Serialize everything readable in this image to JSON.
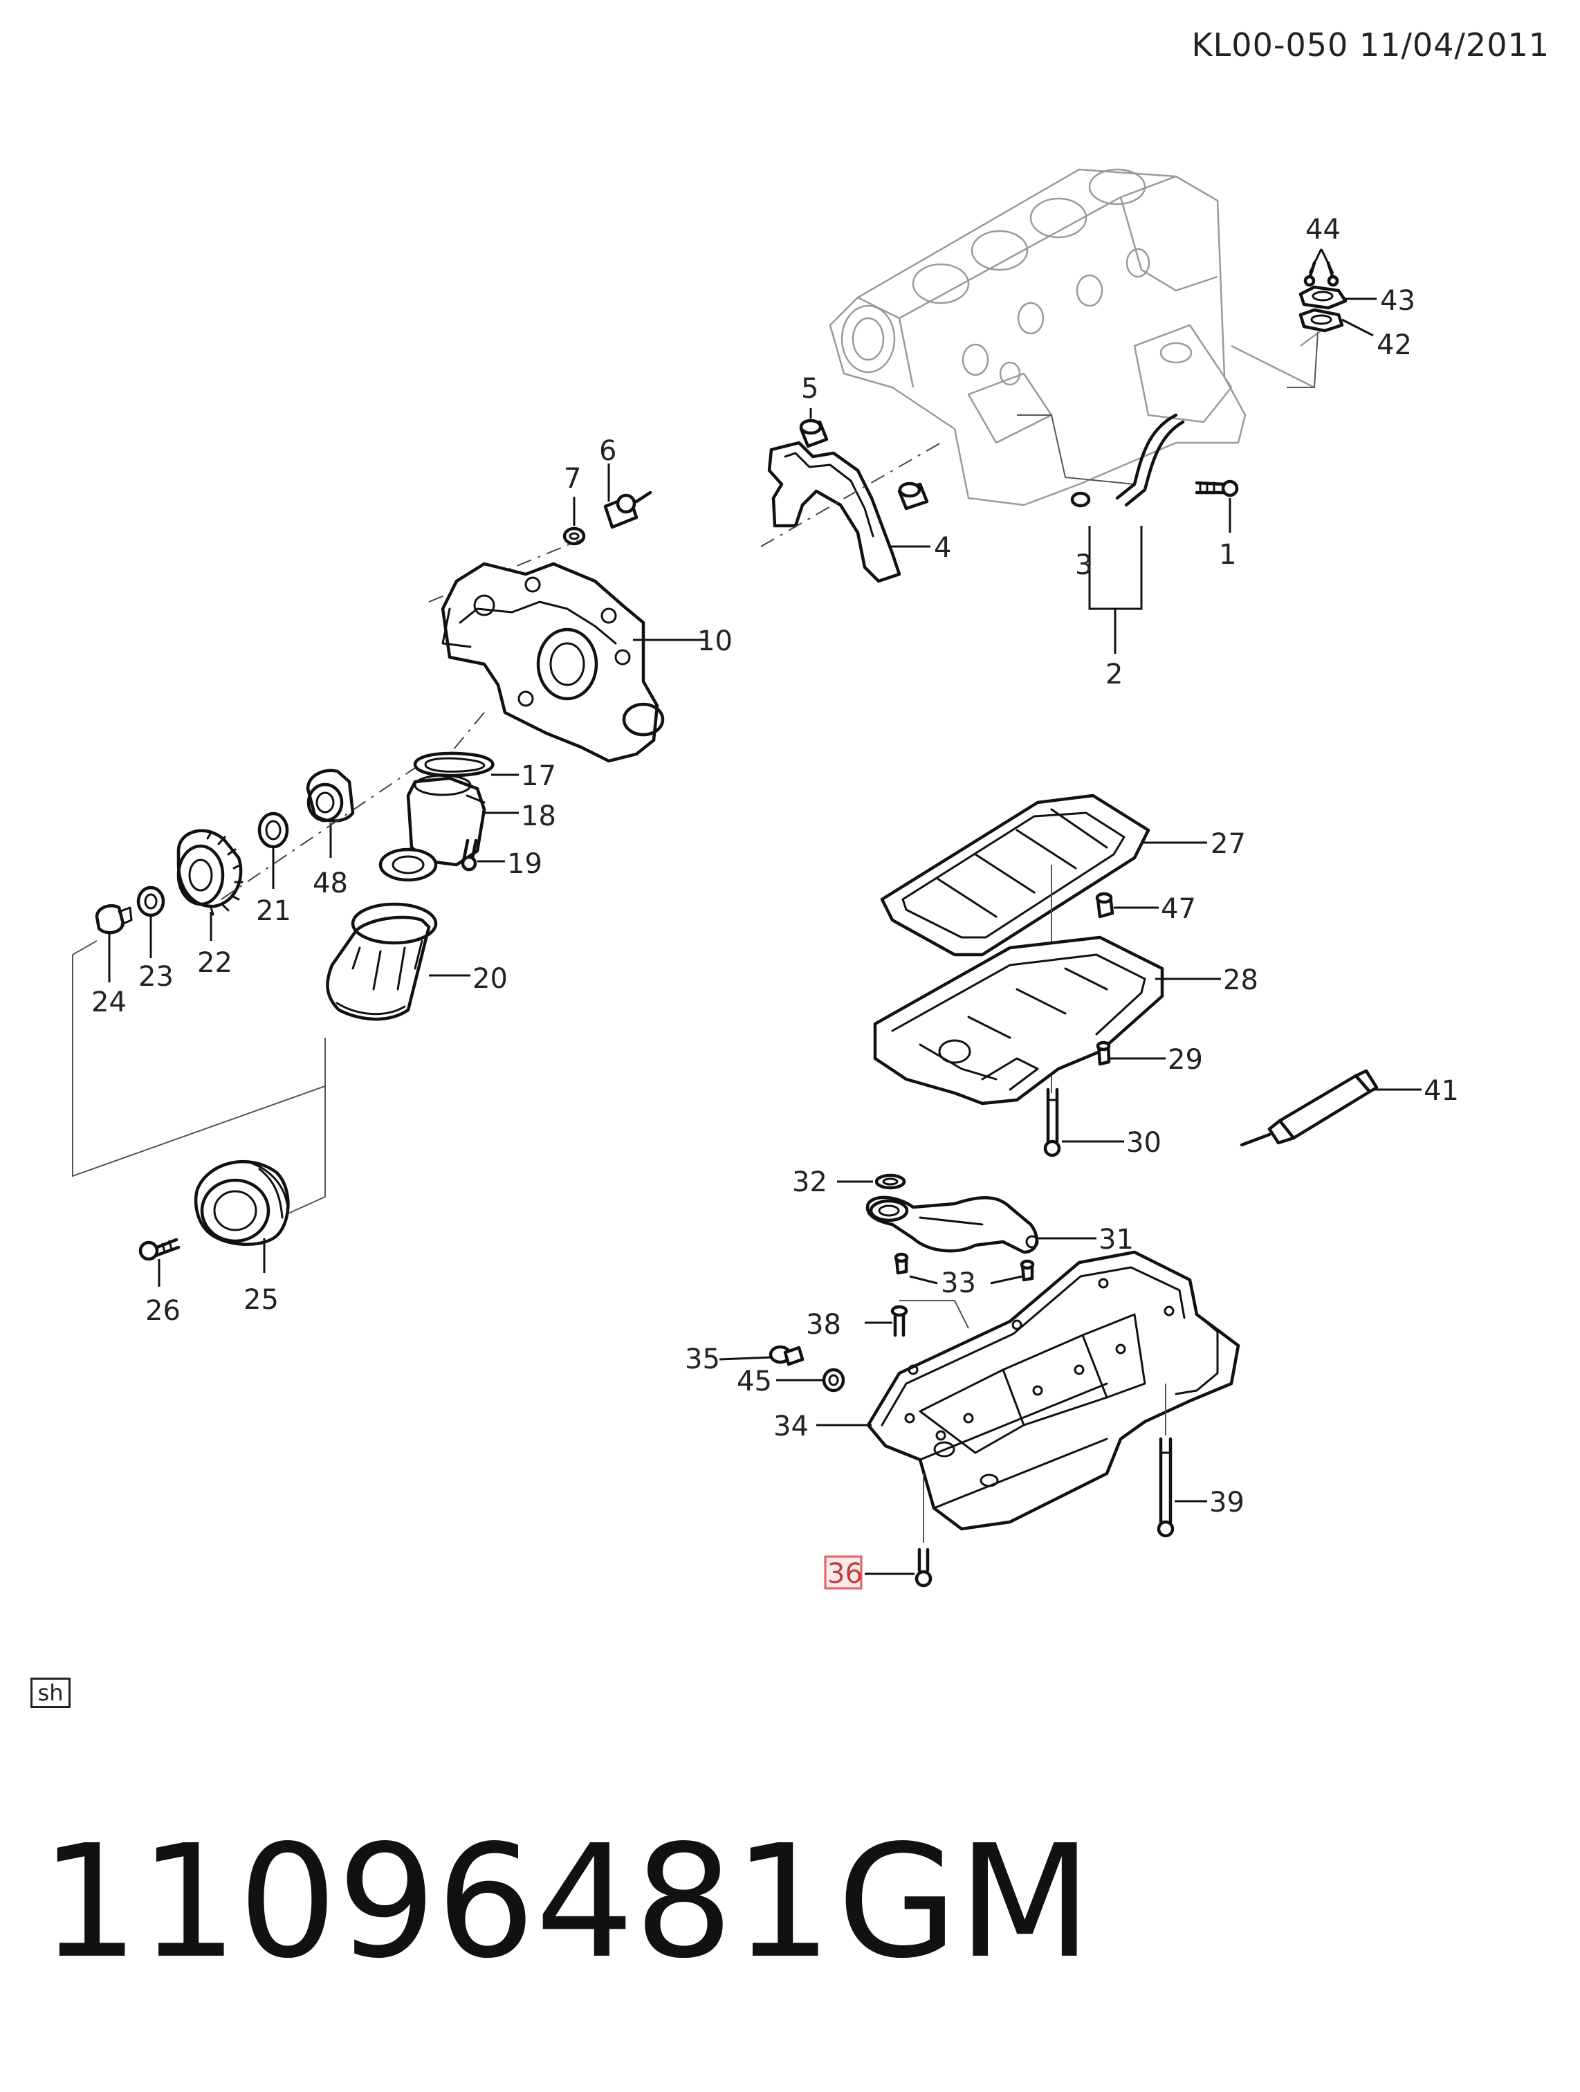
{
  "header": {
    "code": "KL00-050 11/04/2011"
  },
  "diagram": {
    "callouts": [
      "1",
      "2",
      "3",
      "4",
      "5",
      "6",
      "7",
      "10",
      "17",
      "18",
      "19",
      "20",
      "21",
      "22",
      "23",
      "24",
      "25",
      "26",
      "27",
      "28",
      "29",
      "30",
      "31",
      "32",
      "33",
      "34",
      "35",
      "36",
      "38",
      "39",
      "41",
      "42",
      "43",
      "44",
      "45",
      "47",
      "48"
    ],
    "highlight": "36",
    "highlight_color": "#e06060"
  },
  "footer": {
    "badge": "sh",
    "part_number": "11096481",
    "brand": "GM"
  }
}
